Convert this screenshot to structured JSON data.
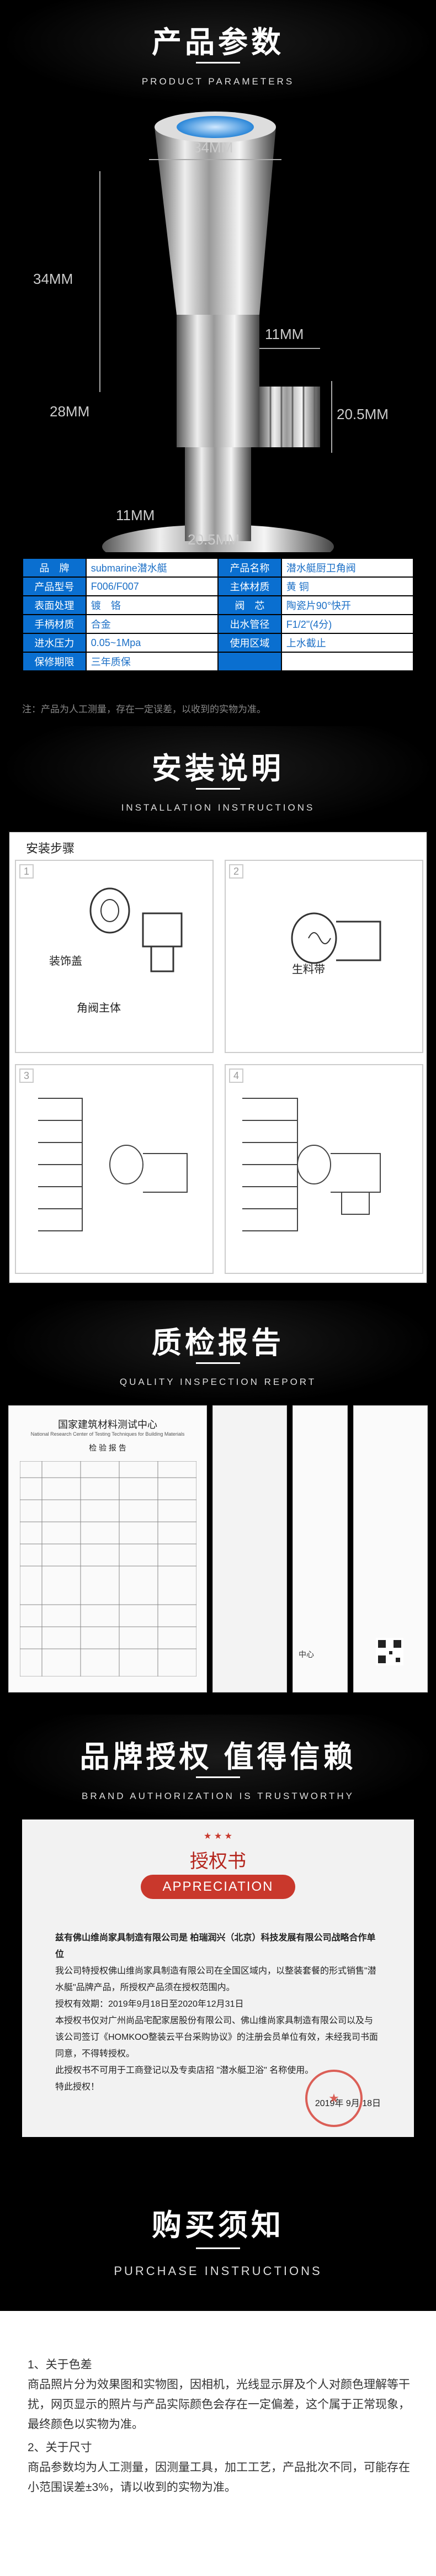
{
  "params": {
    "title": "产品参数",
    "subtitle": "PRODUCT PARAMETERS",
    "dims": {
      "top_width": "34MM",
      "height_total": "34MM",
      "side_depth": "11MM",
      "body_height": "28MM",
      "thread_height": "20.5MM",
      "base_depth": "11MM",
      "base_width": "20.5MM"
    },
    "rows": [
      [
        "品　牌",
        "submarine潜水艇",
        "产品名称",
        "潜水艇厨卫角阀"
      ],
      [
        "产品型号",
        "F006/F007",
        "主体材质",
        "黄 铜"
      ],
      [
        "表面处理",
        "镀　铬",
        "阀　芯",
        "陶瓷片90°快开"
      ],
      [
        "手柄材质",
        "合金",
        "出水管径",
        "F1/2\"(4分)"
      ],
      [
        "进水压力",
        "0.05~1Mpa",
        "使用区域",
        "上水截止"
      ],
      [
        "保修期限",
        "三年质保",
        "",
        ""
      ]
    ],
    "note": "注：产品为人工测量，存在一定误差，以收到的实物为准。"
  },
  "install": {
    "title": "安装说明",
    "subtitle": "INSTALLATION INSTRUCTIONS",
    "box_title": "安装步骤",
    "steps": [
      {
        "num": "1",
        "labels": [
          "装饰盖",
          "角阀主体"
        ]
      },
      {
        "num": "2",
        "labels": [
          "生料带"
        ]
      },
      {
        "num": "3",
        "labels": []
      },
      {
        "num": "4",
        "labels": []
      }
    ]
  },
  "quality": {
    "title": "质检报告",
    "subtitle": "QUALITY INSPECTION REPORT",
    "doc_header": "国家建筑材料测试中心",
    "doc_sub": "National Research Center of Testing Techniques for Building Materials",
    "doc_title": "检 验 报 告",
    "footer": "中心"
  },
  "brand": {
    "title": "品牌授权 值得信赖",
    "subtitle": "BRAND AUTHORIZATION IS TRUSTWORTHY",
    "cert_title": "授权书",
    "cert_en": "APPRECIATION",
    "paragraphs": [
      "兹有佛山维尚家具制造有限公司是  柏瑞润兴（北京）科技发展有限公司战略合作单位",
      "我公司特授权佛山维尚家具制造有限公司在全国区域内，以整装套餐的形式销售\"潜水艇\"品牌产品，所授权产品须在授权范围内。",
      "授权有效期：2019年9月18日至2020年12月31日",
      "本授权书仅对广州尚品宅配家居股份有限公司、佛山维尚家具制造有限公司以及与该公司签订《HOMKOO整装云平台采购协议》的注册会员单位有效，未经我司书面同意，不得转授权。",
      "此授权书不可用于工商登记以及专卖店招  \"潜水艇卫浴\"  名称使用。",
      "特此授权！"
    ],
    "sign_date": "2019年 9月 18日"
  },
  "purchase": {
    "title": "购买须知",
    "subtitle": "PURCHASE INSTRUCTIONS",
    "items": [
      {
        "head": "1、关于色差",
        "text": "商品照片分为效果图和实物图，因相机，光线显示屏及个人对颜色理解等干扰，网页显示的照片与产品实际颜色会存在一定偏差，这个属于正常现象，最终颜色以实物为准。"
      },
      {
        "head": "2、关于尺寸",
        "text": "商品参数均为人工测量，因测量工具，加工工艺，产品批次不同，可能存在小范围误差±3%，请以收到的实物为准。"
      }
    ]
  }
}
